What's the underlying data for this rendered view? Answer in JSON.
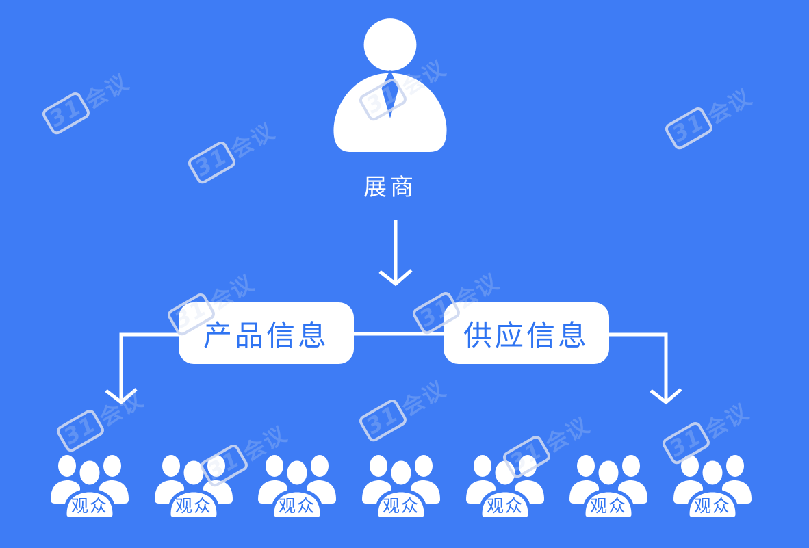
{
  "canvas": {
    "background_color": "#3E7CF5",
    "shape_color": "#FFFFFF",
    "blue_text_color": "#2F74F2"
  },
  "watermark": {
    "logo": "31",
    "text": "会议"
  },
  "diagram": {
    "root": {
      "icon": "exhibitor-person-icon",
      "label": "展商"
    },
    "info_boxes": [
      {
        "label": "产品信息"
      },
      {
        "label": "供应信息"
      }
    ],
    "audience_groups": {
      "label": "观众",
      "count": 7
    }
  }
}
